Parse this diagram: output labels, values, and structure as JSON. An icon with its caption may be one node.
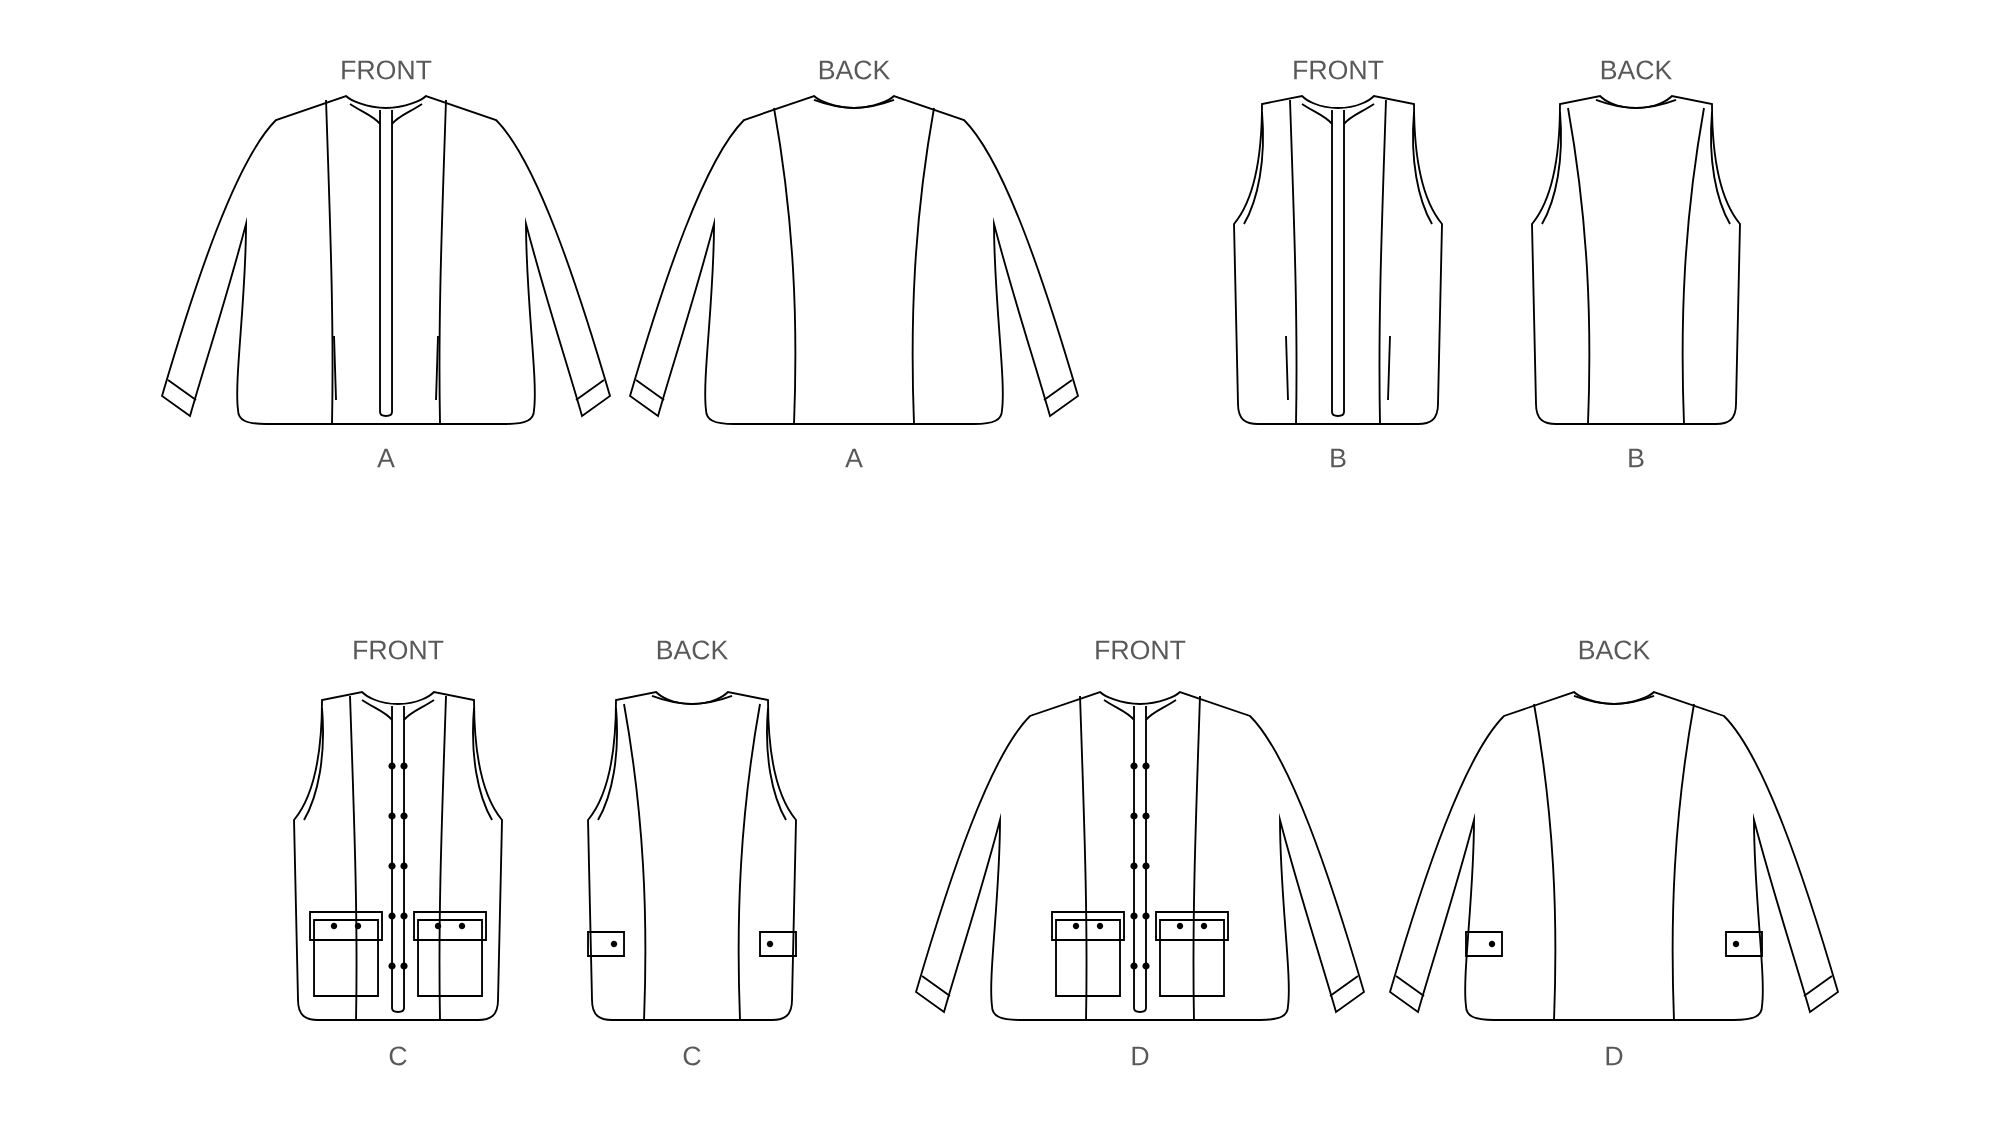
{
  "diagram": {
    "labels": [
      "FRONT",
      "BACK",
      "FRONT",
      "BACK",
      "A",
      "A",
      "B",
      "B",
      "FRONT",
      "BACK",
      "FRONT",
      "BACK",
      "C",
      "C",
      "D",
      "D"
    ]
  }
}
